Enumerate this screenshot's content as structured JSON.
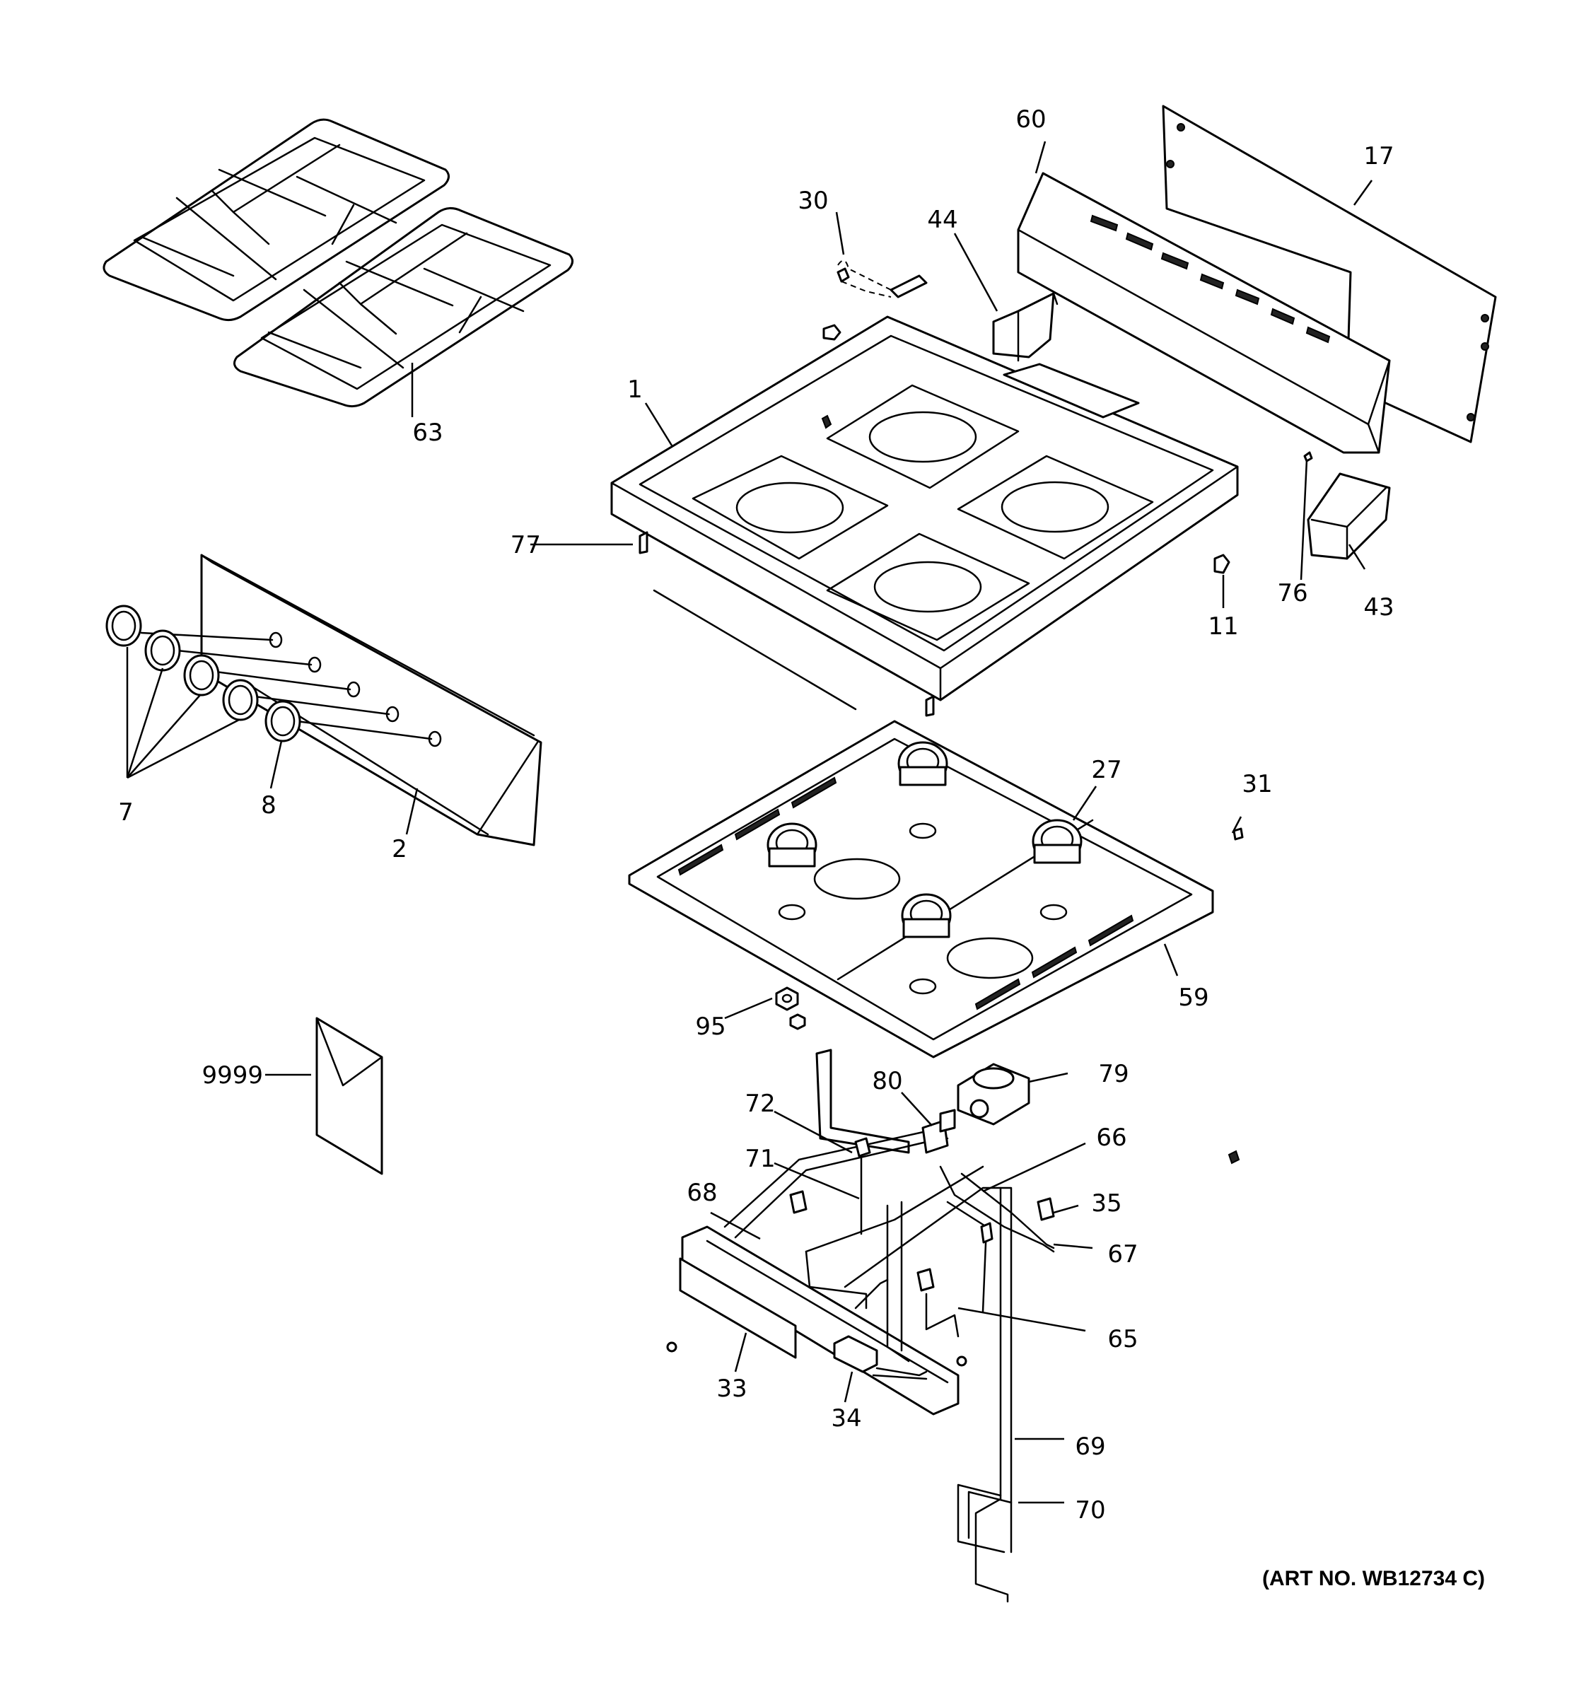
{
  "diagram": {
    "art_number": "(ART NO. WB12734 C)",
    "callouts": {
      "c1": "1",
      "c2": "2",
      "c7": "7",
      "c8": "8",
      "c11": "11",
      "c17": "17",
      "c27": "27",
      "c30": "30",
      "c31": "31",
      "c33": "33",
      "c34": "34",
      "c35": "35",
      "c43": "43",
      "c44": "44",
      "c59": "59",
      "c60": "60",
      "c63": "63",
      "c65": "65",
      "c66": "66",
      "c67": "67",
      "c68": "68",
      "c69": "69",
      "c70": "70",
      "c71": "71",
      "c72": "72",
      "c76": "76",
      "c77": "77",
      "c79": "79",
      "c80": "80",
      "c95": "95",
      "c9999": "9999"
    }
  }
}
